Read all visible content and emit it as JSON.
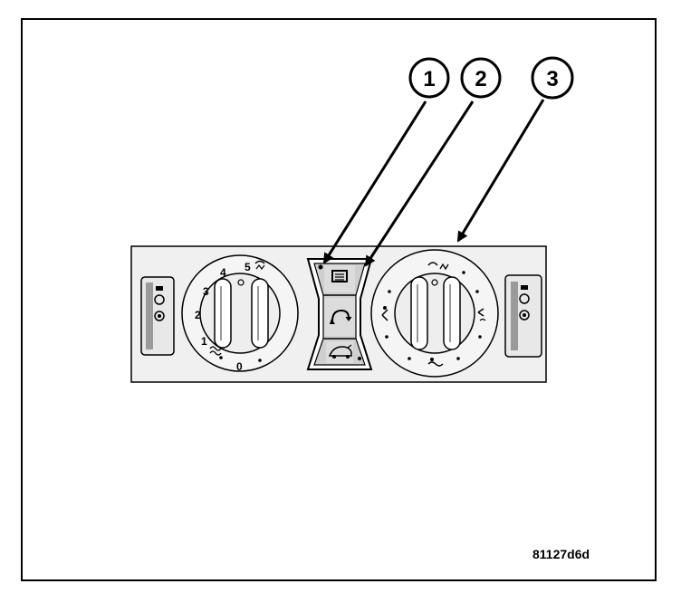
{
  "callouts": [
    {
      "id": "callout-1",
      "label": "1"
    },
    {
      "id": "callout-2",
      "label": "2"
    },
    {
      "id": "callout-3",
      "label": "3"
    }
  ],
  "blower_dial": {
    "scale_labels": [
      "5",
      "4",
      "3",
      "2",
      "1",
      "0"
    ]
  },
  "icons": [
    "rear-defrost-icon",
    "recirculation-icon",
    "ac-icon",
    "defrost-icon",
    "windshield-defrost-icon",
    "panel-vent-icon",
    "floor-vent-icon",
    "bilevel-vent-icon"
  ],
  "colors": {
    "panel": "#f0f0f0",
    "line": "#000000",
    "shade": "#9a9a9a"
  },
  "figure_id": "81127d6d"
}
